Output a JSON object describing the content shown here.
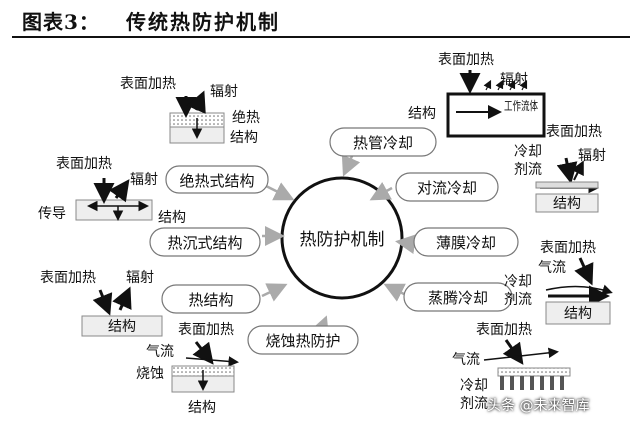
{
  "header": {
    "label": "图表3：",
    "title": "传统热防护机制"
  },
  "center": "热防护机制",
  "left_methods": [
    "绝热式结构",
    "热沉式结构",
    "热结构",
    "烧蚀热防护"
  ],
  "right_methods": [
    "热管冷却",
    "对流冷却",
    "薄膜冷却",
    "蒸腾冷却"
  ],
  "terms": {
    "surface_heating": "表面加热",
    "radiation": "辐射",
    "insulation": "绝热",
    "structure": "结构",
    "conduction": "传导",
    "airflow": "气流",
    "ablation": "烧蚀",
    "working_fluid": "工作流体",
    "coolant_line1": "冷却",
    "coolant_line2": "剂流"
  },
  "watermark": "头条 @未来智库"
}
